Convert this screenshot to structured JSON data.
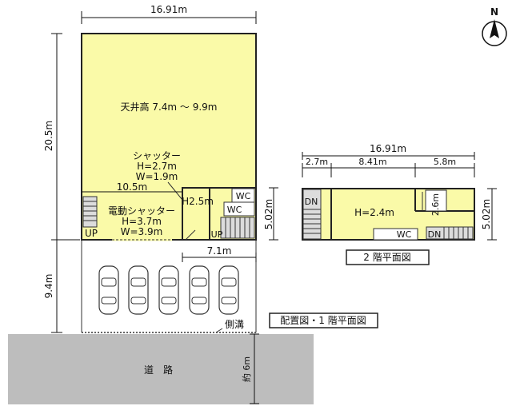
{
  "colors": {
    "floor": "#fafaa8",
    "road": "#bdbdbd",
    "stair": "#dcdcdc"
  },
  "icons": {
    "north": "north-arrow-icon",
    "car": "car-icon"
  },
  "north_label": "N",
  "site": {
    "top_width": "16.91m",
    "depth_building": "20.5m",
    "depth_parking": "9.4m",
    "ceiling": "天井高 7.4m ～ 9.9m",
    "shutter_title": "シャッター",
    "shutter_h": "H=2.7m",
    "shutter_w": "W=1.9m",
    "inner_width": "10.5m",
    "e_shutter_title": "電動シャッター",
    "e_shutter_h": "H=3.7m",
    "e_shutter_w": "W=3.9m",
    "office_height": "H2.5m",
    "wc1": "WC",
    "wc2": "WC",
    "up1": "UP",
    "up2": "UP",
    "office_depth": "5.02m",
    "office_width": "7.1m",
    "gutter": "側溝",
    "caption": "配置図・1 階平面図"
  },
  "road": {
    "label": "道　路",
    "width": "約 6m"
  },
  "floor2": {
    "total_width": "16.91m",
    "seg1": "2.7m",
    "seg2": "8.41m",
    "seg3": "5.8m",
    "depth": "5.02m",
    "height": "H=2.4m",
    "inner_dim": "2.6m",
    "dn1": "DN",
    "dn2": "DN",
    "wc": "WC",
    "caption": "2 階平面図"
  }
}
